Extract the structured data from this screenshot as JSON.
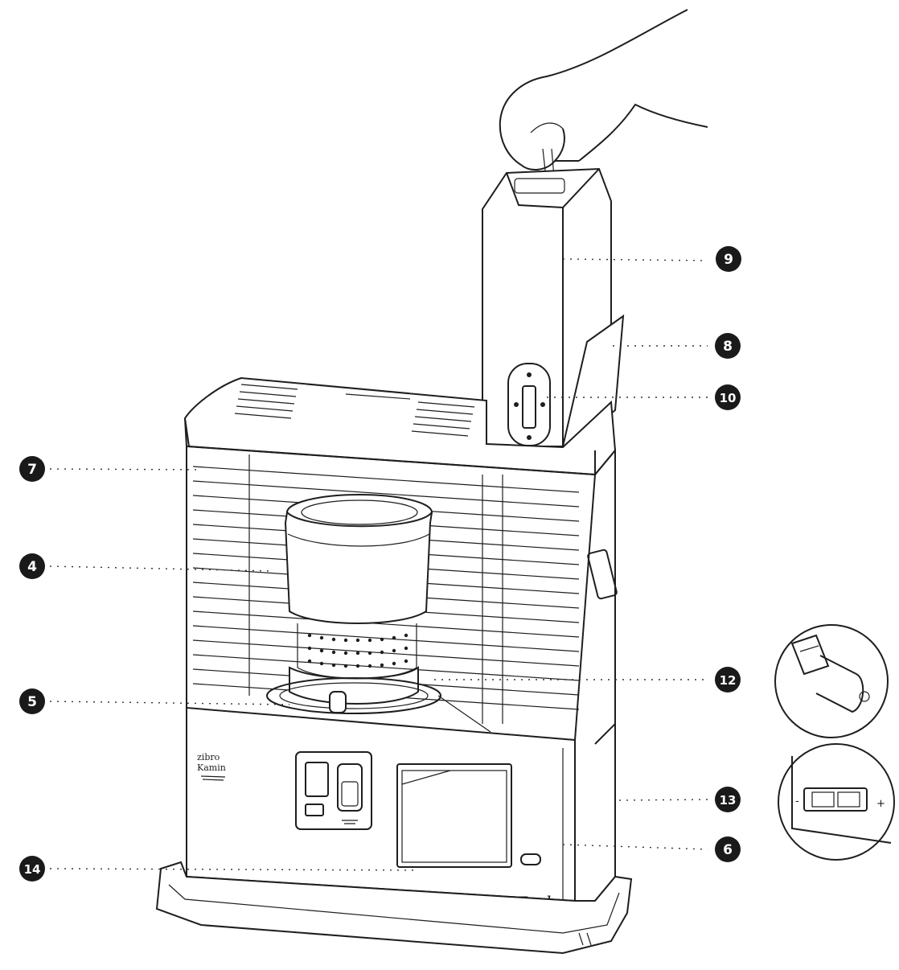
{
  "diagram": {
    "brand_label": [
      "zibro",
      "Kamin"
    ],
    "model_label": "Turbo",
    "callouts": [
      {
        "id": "c9",
        "number": "9"
      },
      {
        "id": "c8",
        "number": "8"
      },
      {
        "id": "c10",
        "number": "10"
      },
      {
        "id": "c7",
        "number": "7"
      },
      {
        "id": "c4",
        "number": "4"
      },
      {
        "id": "c12",
        "number": "12"
      },
      {
        "id": "c5",
        "number": "5"
      },
      {
        "id": "c13",
        "number": "13"
      },
      {
        "id": "c6",
        "number": "6"
      },
      {
        "id": "c14",
        "number": "14"
      }
    ],
    "colors": {
      "line": "#1e1e1e",
      "callout_fill": "#1a1a1a",
      "background": "#ffffff"
    }
  }
}
